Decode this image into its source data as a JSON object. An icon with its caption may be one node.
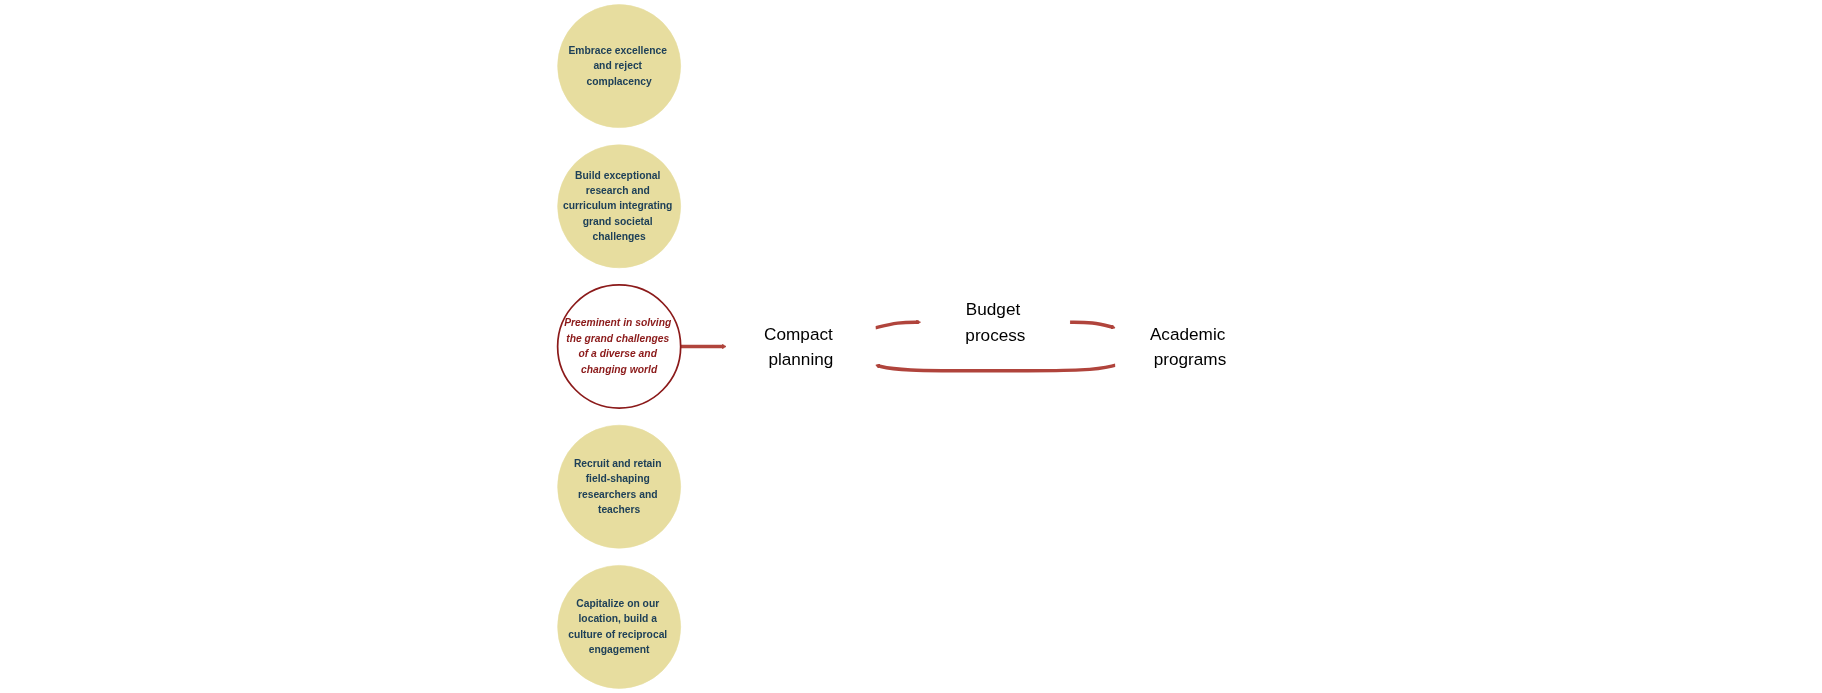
{
  "diagram": {
    "nodes": [
      {
        "text": [
          "Embrace excellence and reject complacency"
        ]
      },
      {
        "text": [
          "Build exceptional research and curriculum integrating grand societal challenges"
        ]
      },
      {
        "text": [
          "Preeminent in solving the grand challenges of a diverse and changing world"
        ]
      },
      {
        "text": [
          "Recruit and retain field-shaping researchers and teachers"
        ]
      },
      {
        "text": [
          "Capitalize on our location, build a culture of reciprocal engagement"
        ]
      },
      {
        "text": [
          "Compact planning"
        ]
      },
      {
        "text": [
          "Budget process"
        ]
      },
      {
        "text": [
          "Academic programs"
        ]
      }
    ],
    "edges": [
      {
        "from": 2,
        "to": 5,
        "arrow": "to"
      },
      {
        "from": 5,
        "to": 6,
        "arrow": "to"
      },
      {
        "from": 6,
        "to": 7,
        "arrow": "to"
      },
      {
        "from": 7,
        "to": 5,
        "arrow": "to"
      }
    ]
  }
}
